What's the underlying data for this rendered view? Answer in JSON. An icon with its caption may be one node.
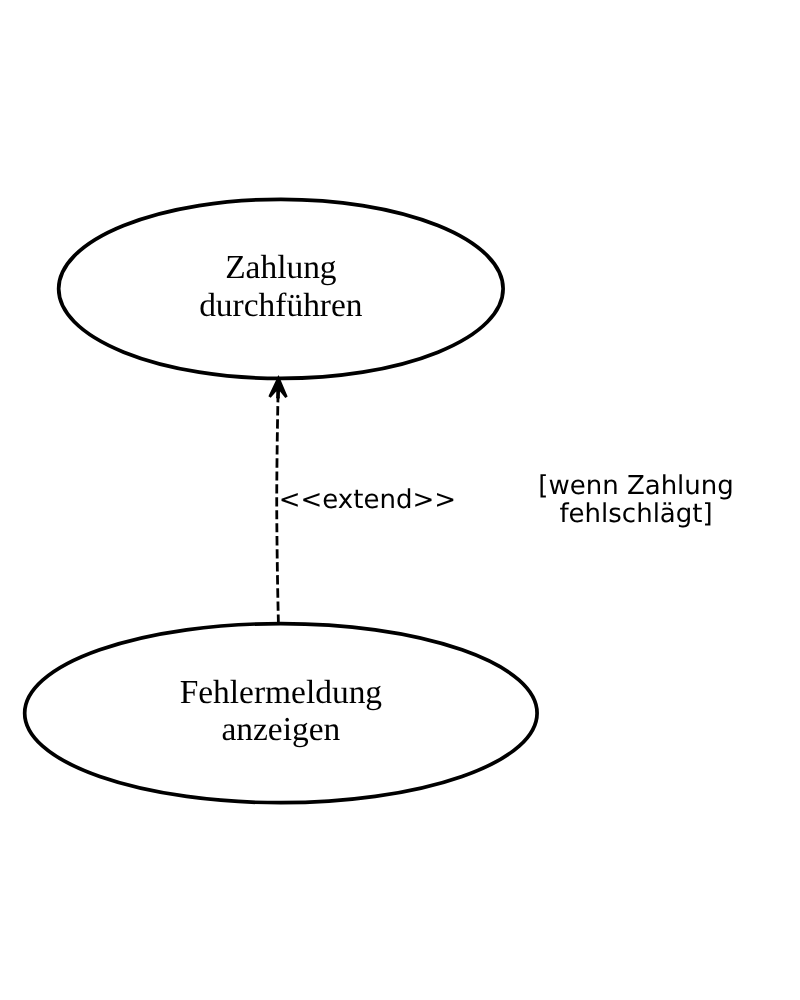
{
  "diagram": {
    "nodes": [
      {
        "text": [
          "Zahlung durchführen"
        ]
      },
      {
        "text": [
          "Fehlermeldung anzeigen"
        ]
      }
    ],
    "edges": [
      {
        "from": 1,
        "to": 0,
        "arrow": "to",
        "label": "<<extend>>",
        "style": "dashed"
      }
    ],
    "labels": [
      "[wenn Zahlung fehlschlägt]"
    ]
  }
}
